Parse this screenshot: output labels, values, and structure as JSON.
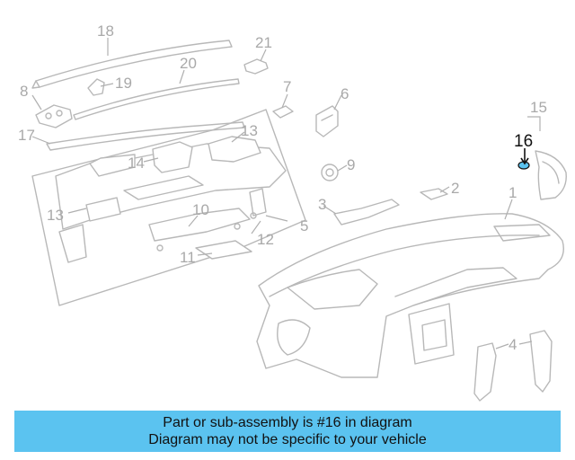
{
  "diagram": {
    "callouts": [
      "18",
      "21",
      "20",
      "8",
      "19",
      "7",
      "6",
      "17",
      "13",
      "14",
      "9",
      "15",
      "16",
      "13",
      "10",
      "3",
      "2",
      "1",
      "5",
      "12",
      "11",
      "4"
    ],
    "highlighted_part": "16",
    "colors": {
      "line": "#b8b8b8",
      "label": "#a9a9a9",
      "highlight": "#111111",
      "highlight_part": "#5bc3f0"
    }
  },
  "banner": {
    "line1": "Part or sub-assembly is #16 in diagram",
    "line2": "Diagram may not be specific to your vehicle",
    "background": "#5bc3f0"
  }
}
